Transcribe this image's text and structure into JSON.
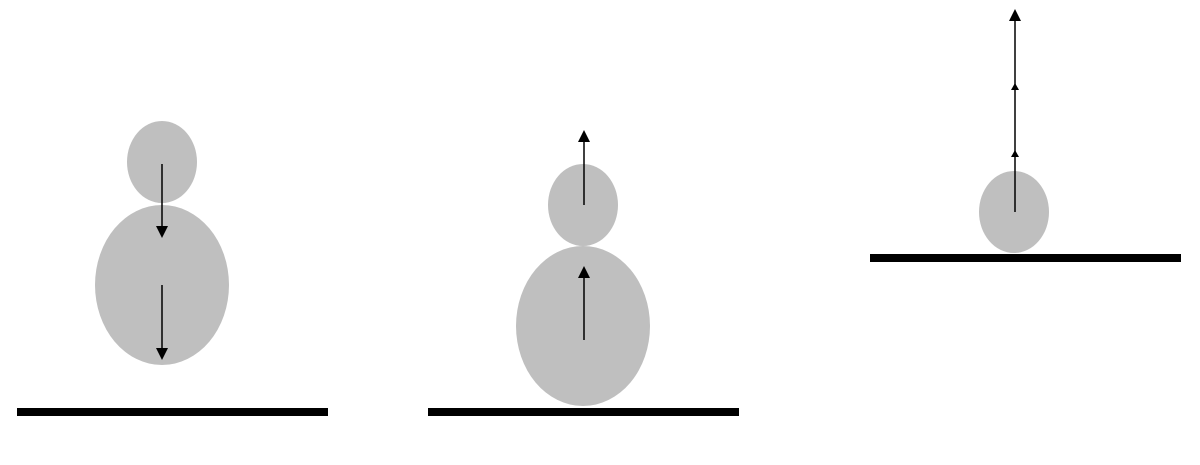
{
  "colors": {
    "background": "#ffffff",
    "ball_fill": "#bfbfbf",
    "ground": "#000000",
    "arrow": "#000000"
  },
  "panels": [
    {
      "id": "before-impact",
      "motion": "down",
      "objects": [
        "small-ball",
        "large-ball"
      ],
      "arrows": [
        "small-ball-velocity-arrow",
        "large-ball-velocity-arrow"
      ]
    },
    {
      "id": "after-bounce",
      "motion": "up",
      "objects": [
        "small-ball",
        "large-ball"
      ],
      "arrows": [
        "small-ball-velocity-arrow",
        "large-ball-velocity-arrow"
      ]
    },
    {
      "id": "small-ball-launch",
      "motion": "up",
      "objects": [
        "small-ball"
      ],
      "arrows": [
        "small-ball-velocity-arrow"
      ]
    }
  ]
}
